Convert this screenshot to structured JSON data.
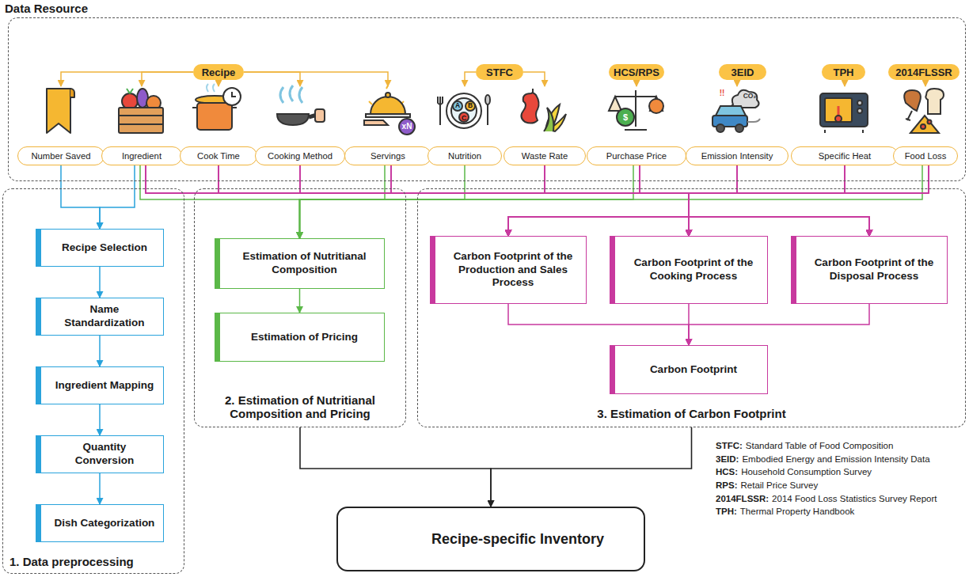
{
  "diagram": {
    "nodes": [
      {
        "text": [
          "Data Resource"
        ]
      },
      {
        "text": [
          "Recipe"
        ],
        "in": 0
      },
      {
        "text": [
          "STFC"
        ],
        "in": 0
      },
      {
        "text": [
          "HCS/RPS"
        ],
        "in": 0
      },
      {
        "text": [
          "3EID"
        ],
        "in": 0
      },
      {
        "text": [
          "TPH"
        ],
        "in": 0
      },
      {
        "text": [
          "2014FLSSR"
        ],
        "in": 0
      },
      {
        "text": [
          "Number Saved"
        ],
        "in": 0
      },
      {
        "text": [
          "Ingredient"
        ],
        "in": 0
      },
      {
        "text": [
          "Cook Time"
        ],
        "in": 0
      },
      {
        "text": [
          "Cooking Method"
        ],
        "in": 0
      },
      {
        "text": [
          "Servings"
        ],
        "in": 0
      },
      {
        "text": [
          "Nutrition"
        ],
        "in": 0
      },
      {
        "text": [
          "Waste Rate"
        ],
        "in": 0
      },
      {
        "text": [
          "Purchase Price"
        ],
        "in": 0
      },
      {
        "text": [
          "Emission Intensity"
        ],
        "in": 0
      },
      {
        "text": [
          "Specific Heat"
        ],
        "in": 0
      },
      {
        "text": [
          "Food Loss"
        ],
        "in": 0
      },
      {
        "text": [
          "1. Data preprocessing"
        ]
      },
      {
        "text": [
          "Recipe Selection"
        ],
        "in": 18
      },
      {
        "text": [
          "Name Standardization"
        ],
        "in": 18
      },
      {
        "text": [
          "Ingredient Mapping"
        ],
        "in": 18
      },
      {
        "text": [
          "Quantity Conversion"
        ],
        "in": 18
      },
      {
        "text": [
          "Dish Categorization"
        ],
        "in": 18
      },
      {
        "text": [
          "2. Estimation of Nutritianal Composition and Pricing"
        ]
      },
      {
        "text": [
          "Estimation of Nutritianal Composition"
        ],
        "in": 24
      },
      {
        "text": [
          "Estimation of Pricing"
        ],
        "in": 24
      },
      {
        "text": [
          "3. Estimation of Carbon Footprint"
        ]
      },
      {
        "text": [
          "Carbon Footprint of the Production and Sales Process"
        ],
        "in": 27
      },
      {
        "text": [
          "Carbon Footprint of the Cooking Process"
        ],
        "in": 27
      },
      {
        "text": [
          "Carbon Footprint of the Disposal Process"
        ],
        "in": 27
      },
      {
        "text": [
          "Carbon Footprint"
        ],
        "in": 27
      },
      {
        "text": [
          "Recipe-specific Inventory"
        ]
      }
    ],
    "edges": [
      {
        "from": 1,
        "to": 7,
        "arrow": "to"
      },
      {
        "from": 1,
        "to": 8,
        "arrow": "to"
      },
      {
        "from": 1,
        "to": 9,
        "arrow": "to"
      },
      {
        "from": 1,
        "to": 10,
        "arrow": "to"
      },
      {
        "from": 1,
        "to": 11,
        "arrow": "to"
      },
      {
        "from": 2,
        "to": 12,
        "arrow": "to"
      },
      {
        "from": 2,
        "to": 13,
        "arrow": "to"
      },
      {
        "from": 3,
        "to": 14,
        "arrow": "to"
      },
      {
        "from": 4,
        "to": 15,
        "arrow": "to"
      },
      {
        "from": 5,
        "to": 16,
        "arrow": "to"
      },
      {
        "from": 6,
        "to": 17,
        "arrow": "to"
      },
      {
        "from": 7,
        "to": 19,
        "arrow": "to"
      },
      {
        "from": 8,
        "to": 19,
        "arrow": "to"
      },
      {
        "from": 19,
        "to": 20,
        "arrow": "to"
      },
      {
        "from": 20,
        "to": 21,
        "arrow": "to"
      },
      {
        "from": 21,
        "to": 22,
        "arrow": "to"
      },
      {
        "from": 22,
        "to": 23,
        "arrow": "to"
      },
      {
        "from": 8,
        "to": 25,
        "arrow": "to"
      },
      {
        "from": 11,
        "to": 25,
        "arrow": "to"
      },
      {
        "from": 12,
        "to": 25,
        "arrow": "to"
      },
      {
        "from": 14,
        "to": 25,
        "arrow": "to"
      },
      {
        "from": 17,
        "to": 25,
        "arrow": "to"
      },
      {
        "from": 25,
        "to": 26,
        "arrow": "to"
      },
      {
        "from": 8,
        "to": 28,
        "arrow": "to"
      },
      {
        "from": 8,
        "to": 29,
        "arrow": "to"
      },
      {
        "from": 8,
        "to": 30,
        "arrow": "to"
      },
      {
        "from": 9,
        "to": 28,
        "arrow": "to"
      },
      {
        "from": 9,
        "to": 29,
        "arrow": "to"
      },
      {
        "from": 9,
        "to": 30,
        "arrow": "to"
      },
      {
        "from": 10,
        "to": 28,
        "arrow": "to"
      },
      {
        "from": 10,
        "to": 29,
        "arrow": "to"
      },
      {
        "from": 10,
        "to": 30,
        "arrow": "to"
      },
      {
        "from": 11,
        "to": 28,
        "arrow": "to"
      },
      {
        "from": 11,
        "to": 29,
        "arrow": "to"
      },
      {
        "from": 11,
        "to": 30,
        "arrow": "to"
      },
      {
        "from": 13,
        "to": 28,
        "arrow": "to"
      },
      {
        "from": 13,
        "to": 29,
        "arrow": "to"
      },
      {
        "from": 13,
        "to": 30,
        "arrow": "to"
      },
      {
        "from": 14,
        "to": 28,
        "arrow": "to"
      },
      {
        "from": 14,
        "to": 29,
        "arrow": "to"
      },
      {
        "from": 14,
        "to": 30,
        "arrow": "to"
      },
      {
        "from": 15,
        "to": 28,
        "arrow": "to"
      },
      {
        "from": 15,
        "to": 29,
        "arrow": "to"
      },
      {
        "from": 15,
        "to": 30,
        "arrow": "to"
      },
      {
        "from": 16,
        "to": 28,
        "arrow": "to"
      },
      {
        "from": 16,
        "to": 29,
        "arrow": "to"
      },
      {
        "from": 16,
        "to": 30,
        "arrow": "to"
      },
      {
        "from": 17,
        "to": 28,
        "arrow": "to"
      },
      {
        "from": 17,
        "to": 29,
        "arrow": "to"
      },
      {
        "from": 17,
        "to": 30,
        "arrow": "to"
      },
      {
        "from": 28,
        "to": 31,
        "arrow": "to"
      },
      {
        "from": 29,
        "to": 31,
        "arrow": "to"
      },
      {
        "from": 30,
        "to": 31,
        "arrow": "to"
      },
      {
        "from": 24,
        "to": 32,
        "arrow": "to"
      },
      {
        "from": 27,
        "to": 32,
        "arrow": "to"
      }
    ],
    "labels": [
      "xN",
      "A",
      "B",
      "C",
      "CO₂",
      "!!",
      "$",
      "STFC:",
      "Standard Table of Food Composition",
      "3EID:",
      "Embodied Energy and Emission Intensity Data",
      "HCS:",
      "Household Consumption Survey",
      "RPS:",
      "Retail Price Survey",
      "2014FLSSR:",
      "2014 Food Loss Statistics Survey Report",
      "TPH:",
      "Thermal Property Handbook"
    ]
  }
}
